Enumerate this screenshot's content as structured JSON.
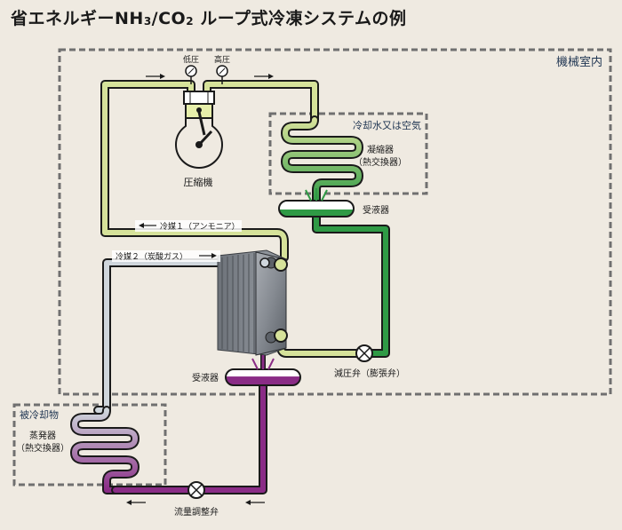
{
  "title": {
    "prefix": "省エネルギーNH",
    "sub1": "3",
    "mid": "/CO",
    "sub2": "2",
    "suffix": " ループ式冷凍システムの例"
  },
  "zones": {
    "machine_room": "機械室内",
    "cooling_water": "冷却水又は空気",
    "cooled_object": "被冷却物"
  },
  "gauges": {
    "low_pressure": "低圧",
    "high_pressure": "高圧"
  },
  "components": {
    "compressor": "圧縮機",
    "condenser_line1": "凝縮器",
    "condenser_line2": "（熱交換器）",
    "receiver_upper": "受液器",
    "receiver_lower": "受液器",
    "expansion_valve": "減圧弁（膨張弁）",
    "evaporator_line1": "蒸発器",
    "evaporator_line2": "（熱交換器）",
    "flow_valve": "流量調整弁"
  },
  "refrigerants": {
    "nh3": "冷媒１（アンモニア）",
    "co2": "冷媒２（炭酸ガス）"
  },
  "colors": {
    "nh3_vapor": "#d6e29a",
    "nh3_liquid": "#2f9a45",
    "co2_vapor": "#cfd6dc",
    "co2_liquid": "#8a2c86",
    "pipe_outline": "#1a1a1a",
    "zone_border": "#707070"
  }
}
